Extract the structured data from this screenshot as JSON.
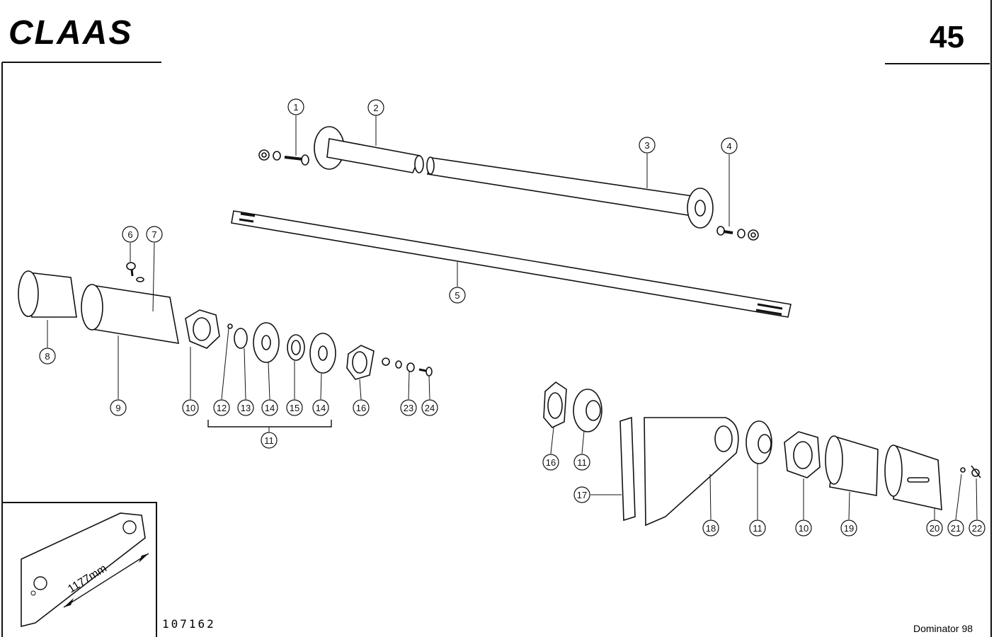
{
  "header": {
    "brand": "CLAAS",
    "page_number": "45"
  },
  "footer": {
    "drawing_number": "107162",
    "model": "Dominator 98"
  },
  "inset": {
    "dimension": "1177mm"
  },
  "callouts": [
    {
      "n": "1"
    },
    {
      "n": "2"
    },
    {
      "n": "3"
    },
    {
      "n": "4"
    },
    {
      "n": "5"
    },
    {
      "n": "6"
    },
    {
      "n": "7"
    },
    {
      "n": "8"
    },
    {
      "n": "9"
    },
    {
      "n": "10"
    },
    {
      "n": "12"
    },
    {
      "n": "13"
    },
    {
      "n": "14"
    },
    {
      "n": "15"
    },
    {
      "n": "14"
    },
    {
      "n": "16"
    },
    {
      "n": "23"
    },
    {
      "n": "24"
    },
    {
      "n": "11"
    },
    {
      "n": "16"
    },
    {
      "n": "11"
    },
    {
      "n": "17"
    },
    {
      "n": "18"
    },
    {
      "n": "11"
    },
    {
      "n": "10"
    },
    {
      "n": "19"
    },
    {
      "n": "20"
    },
    {
      "n": "21"
    },
    {
      "n": "22"
    }
  ]
}
